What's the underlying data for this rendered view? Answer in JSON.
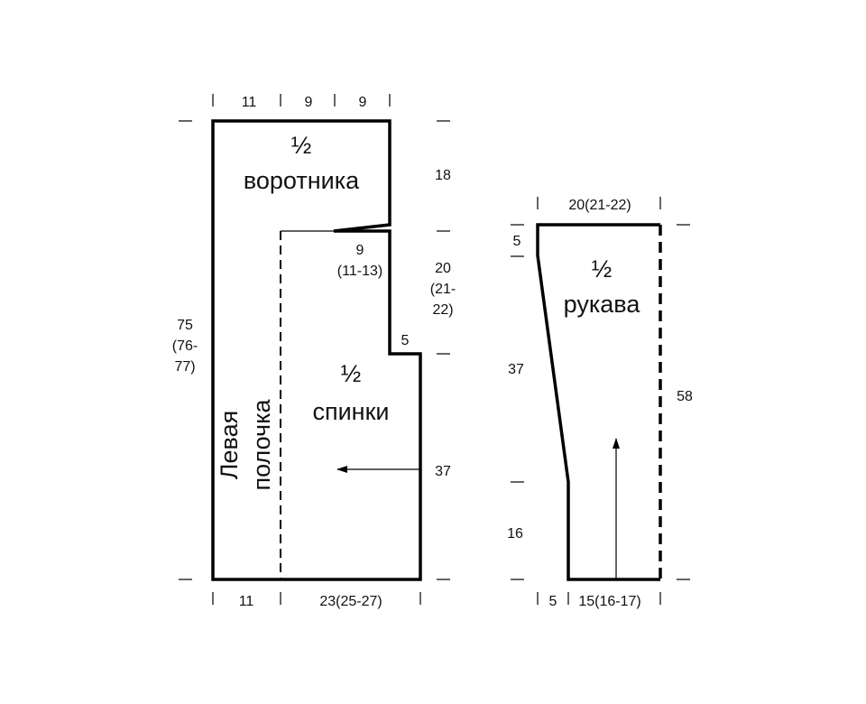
{
  "body_pattern": {
    "top_widths": [
      "11",
      "9",
      "9"
    ],
    "collar_label": [
      "½",
      "воротника"
    ],
    "collar_height": "18",
    "collar_step": [
      "9",
      "(11-13)"
    ],
    "armhole_height": [
      "20",
      "(21-",
      "22)"
    ],
    "shoulder_step": "5",
    "total_length": [
      "75",
      "(76-",
      "77)"
    ],
    "back_label": [
      "½",
      "спинки"
    ],
    "left_front_label": [
      "Левая",
      "полочка"
    ],
    "lower_length": "37",
    "bottom_widths": [
      "11",
      "23(25-27)"
    ]
  },
  "sleeve_pattern": {
    "top_width": "20(21-22)",
    "cap_height": "5",
    "label": [
      "½",
      "рукава"
    ],
    "taper_height": "37",
    "total_length": "58",
    "cuff_height": "16",
    "bottom_widths": [
      "5",
      "15(16-17)"
    ]
  }
}
